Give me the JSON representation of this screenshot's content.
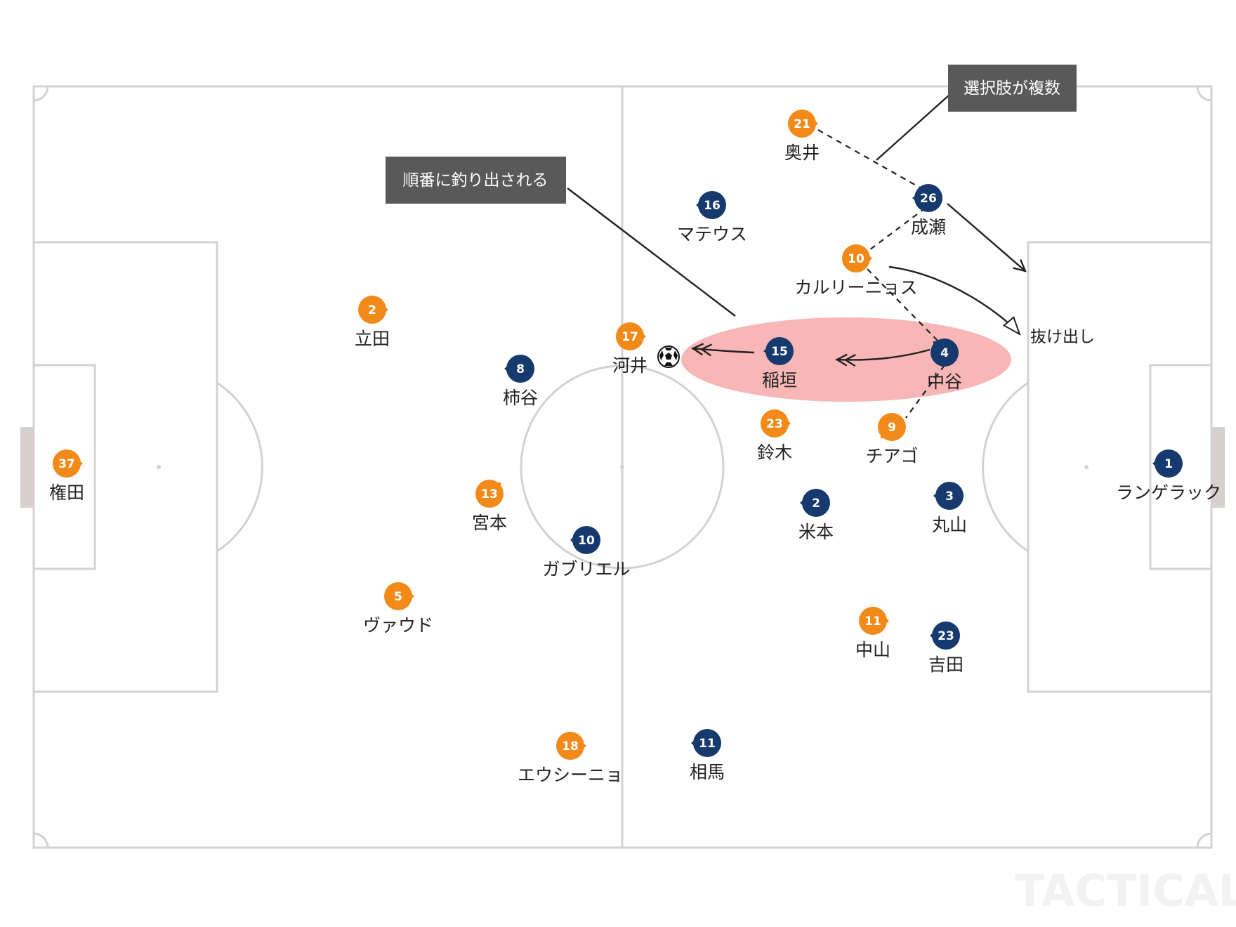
{
  "colors": {
    "orange": "#f28a1a",
    "navy": "#163a6e",
    "pitch_line": "#d6d0d0",
    "highlight": "#f7a9a9",
    "callout_bg": "#595959"
  },
  "callouts": {
    "sequential": "順番に釣り出される",
    "multiple": "選択肢が複数"
  },
  "labels": {
    "run_behind": "抜け出し"
  },
  "watermark": "TACTICAListа",
  "players": {
    "orange": [
      {
        "num": "37",
        "name": "権田"
      },
      {
        "num": "2",
        "name": "立田"
      },
      {
        "num": "5",
        "name": "ヴァウド"
      },
      {
        "num": "13",
        "name": "宮本"
      },
      {
        "num": "17",
        "name": "河井"
      },
      {
        "num": "18",
        "name": "エウシーニョ"
      },
      {
        "num": "21",
        "name": "奥井"
      },
      {
        "num": "10",
        "name": "カルリーニョス"
      },
      {
        "num": "23",
        "name": "鈴木"
      },
      {
        "num": "9",
        "name": "チアゴ"
      },
      {
        "num": "11",
        "name": "中山"
      }
    ],
    "navy": [
      {
        "num": "1",
        "name": "ランゲラック"
      },
      {
        "num": "16",
        "name": "マテウス"
      },
      {
        "num": "8",
        "name": "柿谷"
      },
      {
        "num": "10",
        "name": "ガブリエル"
      },
      {
        "num": "11",
        "name": "相馬"
      },
      {
        "num": "26",
        "name": "成瀬"
      },
      {
        "num": "15",
        "name": "稲垣"
      },
      {
        "num": "4",
        "name": "中谷"
      },
      {
        "num": "2",
        "name": "米本"
      },
      {
        "num": "3",
        "name": "丸山"
      },
      {
        "num": "23",
        "name": "吉田"
      }
    ]
  }
}
